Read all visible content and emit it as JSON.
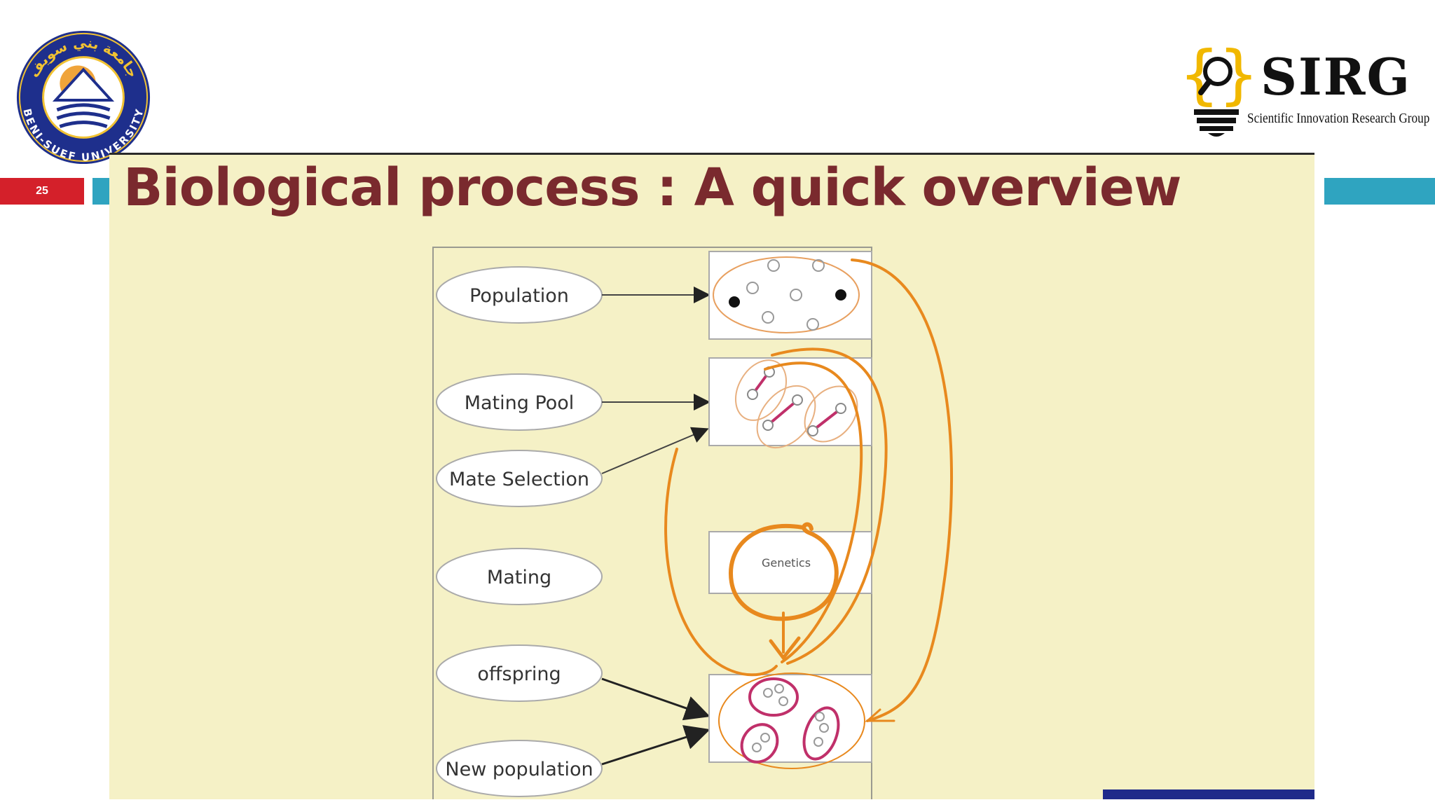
{
  "header": {
    "slide_number": "25",
    "colors": {
      "accent_red": "#d4202a",
      "accent_teal": "#2fa4c0"
    }
  },
  "seal": {
    "arabic_text": "جامعة بني سويف",
    "english_text": "BENI-SUEF UNIVERSITY"
  },
  "sirg_logo": {
    "wordmark": "SIRG",
    "tagline": "Scientific Innovation Research Group",
    "icon": "lightbulb-magnifier-icon"
  },
  "slide": {
    "title": "Biological process : A quick overview",
    "background": "#f5f1c6",
    "title_color": "#7a2a2e",
    "stages": [
      "Population",
      "Mating Pool",
      "Mate Selection",
      "Mating",
      "offspring",
      "New population"
    ],
    "genetics_label": "Genetics",
    "annotation_color": "#e8891e"
  }
}
